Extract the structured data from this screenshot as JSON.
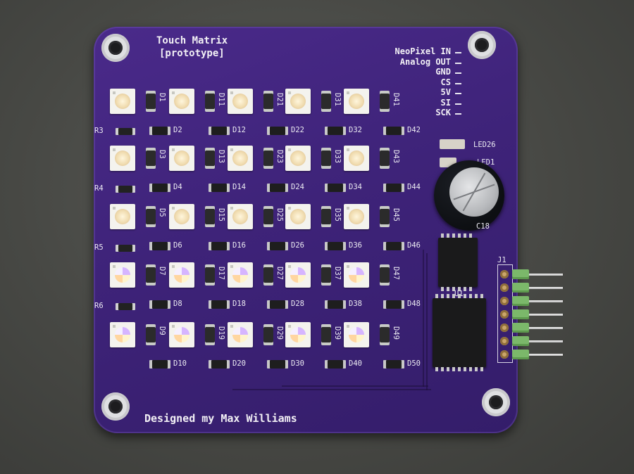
{
  "board": {
    "title": "Touch Matrix",
    "subtitle": "[prototype]",
    "footer": "Designed my Max Williams",
    "pin_labels": [
      "NeoPixel IN",
      "Analog OUT",
      "GND",
      "CS",
      "5V",
      "SI",
      "SCK"
    ],
    "resistor_labels": [
      "R3",
      "R4",
      "R5",
      "R6"
    ],
    "diode_labels": [
      "D2",
      "D12",
      "D22",
      "D32",
      "D42",
      "D4",
      "D14",
      "D24",
      "D34",
      "D44",
      "D6",
      "D16",
      "D26",
      "D36",
      "D46",
      "D8",
      "D18",
      "D28",
      "D38",
      "D48",
      "D10",
      "D20",
      "D30",
      "D40",
      "D50"
    ],
    "led_labels": [
      "D1",
      "D11",
      "D21",
      "D31",
      "D41",
      "D3",
      "D13",
      "D23",
      "D33",
      "D43",
      "D5",
      "D15",
      "D25",
      "D35",
      "D45",
      "D7",
      "D17",
      "D27",
      "D37",
      "D47",
      "D9",
      "D19",
      "D29",
      "D39",
      "D49"
    ],
    "other_labels": {
      "led26": "LED26",
      "led1": "LED1",
      "cap": "C18",
      "u1": "U1",
      "j1": "J1"
    },
    "colors": {
      "pcb": "#3e2379",
      "silkscreen": "#f2f0f5",
      "background": "#474844"
    }
  }
}
